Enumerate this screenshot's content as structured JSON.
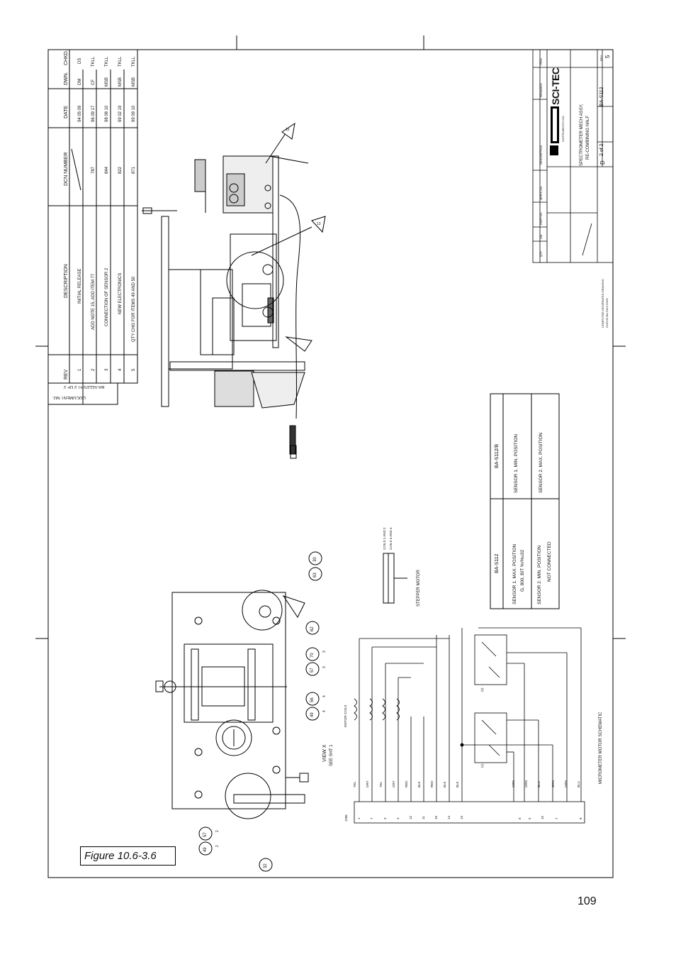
{
  "page": {
    "number": "109"
  },
  "figure": {
    "caption": "Figure 10.6-3.6"
  },
  "revision_table": {
    "headers": {
      "rev": "REV",
      "description": "DESCRIPTION",
      "dcn": "DCN NUMBER",
      "date": "DATE",
      "dwn": "DWN.",
      "chkd": "CHKD."
    },
    "rows": [
      {
        "rev": "1",
        "description": "INITIAL RELEASE",
        "dcn": "",
        "date": "94 05 09",
        "dwn": "DM",
        "chkd": "DS"
      },
      {
        "rev": "2",
        "description": "ADD NOTE 15, ADD ITEM 77",
        "dcn": "787",
        "date": "96 09 17",
        "dwn": "CF",
        "chkd": "TKLL"
      },
      {
        "rev": "3",
        "description": "CONNECTION OF SENSOR 2",
        "dcn": "844",
        "date": "98 08 10",
        "dwn": "MSB",
        "chkd": "TKLL"
      },
      {
        "rev": "4",
        "description": "NEW ELECTRONICS",
        "dcn": "822",
        "date": "99 02 19",
        "dwn": "MSB",
        "chkd": "TKLL"
      },
      {
        "rev": "5",
        "description": "QTY CHG FOR ITEMS 49 AND 50",
        "dcn": "871",
        "date": "99 09 10",
        "dwn": "MSB",
        "chkd": "TKLL"
      }
    ],
    "document_label": "DOCUMENT NO.",
    "document_value": "BA-S112/SHT 2 OF 2"
  },
  "title_block": {
    "company": "SCI-TEC",
    "company_sub": "INSTRUMENTS INC.",
    "title_line1": "SPECTROMETER MECH ASSY,",
    "title_line2": "RE-COMBINING HALF",
    "size": "D",
    "sheet": "2 of 2",
    "drawing_number": "BA-S112",
    "rev": "5",
    "rev_label": "REV",
    "item_label": "ITEM",
    "remarks_label": "REMARKS",
    "description_label": "DESCRIPTION",
    "mfr_label": "MFR'S NO.",
    "part_label": "PART NO.",
    "um_label": "UM",
    "qty_label": "QTY",
    "computer_note_1": "COMPUTER GENERATED DRAWING",
    "computer_note_2": "CLEVIS BA-S112.DWG"
  },
  "sensor_table": {
    "header_left": "BA-S112",
    "header_right": "BA-S112/B",
    "row1_left_a": "SENSOR 1. MAX. POSITION",
    "row1_left_b": "G, 800, BIT %/%u32",
    "row1_right": "SENSOR 1. MIN. POSITION",
    "row2_left": "SENSOR 2. MIN. POSITION",
    "row2_left_b": "NOT CONNECTED",
    "row2_right": "SENSOR 2. MAX. POSITION"
  },
  "schematic": {
    "title": "MICROMETER MOTOR SCHEMATIC",
    "stepper_label": "STEPPER MOTOR",
    "coils_label_1": "COILS 1 AND 2",
    "coils_label_2": "COILS 3 AND 4",
    "motor_coils_label": "MOTOR COILS",
    "connector_label": "J206",
    "pins": [
      "1",
      "7",
      "3",
      "4",
      "12",
      "11",
      "10",
      "14",
      "13",
      "6",
      "5",
      "15",
      "7",
      "8"
    ],
    "wires": [
      "YEL",
      "GRY",
      "YEL",
      "GRY",
      "RED",
      "BLK",
      "RED",
      "BLK",
      "BLK",
      "GRN",
      "GRN",
      "BLU",
      "GRN",
      "GRN",
      "BLU"
    ],
    "sensor_marks": [
      "(1)",
      "(2)"
    ]
  },
  "view_x": {
    "label": "VIEW X",
    "sub": "SEE SHT 1"
  },
  "balloons_side": [
    "15",
    "13"
  ],
  "balloons_view": [
    "30",
    "63",
    "62",
    "70",
    "57",
    "56",
    "49",
    "57",
    "49",
    "32"
  ],
  "balloon_qty": [
    "3",
    "3",
    "4",
    "4",
    "2",
    "2"
  ]
}
